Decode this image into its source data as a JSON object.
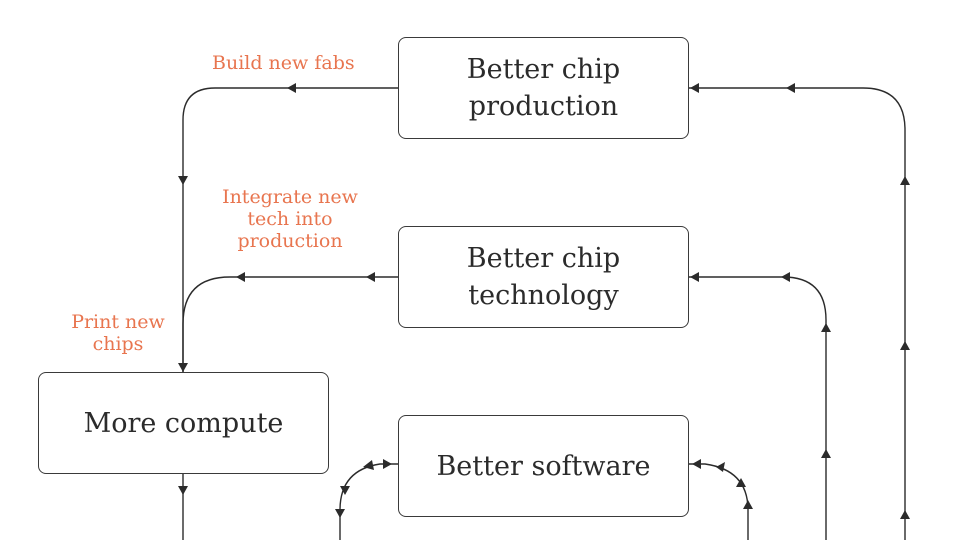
{
  "boxes": {
    "production": {
      "line1": "Better chip",
      "line2": "production"
    },
    "technology": {
      "line1": "Better chip",
      "line2": "technology"
    },
    "compute": {
      "text": "More compute"
    },
    "software": {
      "text": "Better software"
    }
  },
  "labels": {
    "build": "Build new fabs",
    "integrate": {
      "line1": "Integrate new",
      "line2": "tech into",
      "line3": "production"
    },
    "print": {
      "line1": "Print new",
      "line2": "chips"
    }
  },
  "colors": {
    "box_border": "#3a3a3a",
    "text": "#2b2b2b",
    "label_accent": "#e8754f",
    "wire": "#2b2b2b"
  }
}
